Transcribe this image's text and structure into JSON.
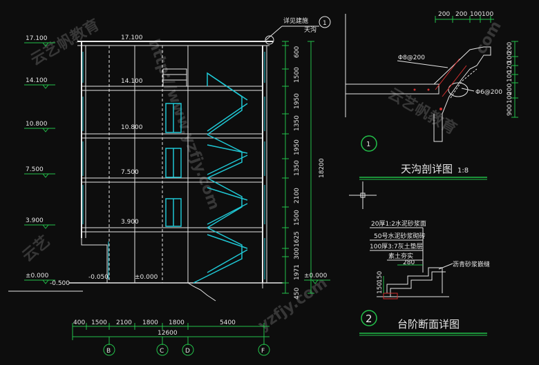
{
  "levels": [
    "17.100",
    "14.100",
    "10.800",
    "7.500",
    "3.900",
    "±0.000",
    "-0.500"
  ],
  "inner_levels": [
    "17.100",
    "14.100",
    "10.800",
    "7.500",
    "3.900",
    "±0.000",
    "-0.050"
  ],
  "gutter_note": "详见建施",
  "gutter_label": "天沟",
  "callout_1": "1",
  "callout_2": "2",
  "vertical_dims": [
    "600",
    "1500",
    "1950",
    "1350",
    "1950",
    "1350",
    "2100",
    "1500",
    "1625",
    "300",
    "1971",
    "450"
  ],
  "total_height": "18200",
  "right_level": "±0.000",
  "horizontal_dims": [
    "400",
    "1500",
    "2100",
    "1800",
    "1800",
    "5400"
  ],
  "total_width": "12600",
  "axes": [
    "B",
    "C",
    "D",
    "F"
  ],
  "gutter_dims_top": [
    "200",
    "200",
    "100",
    "100"
  ],
  "gutter_dims_right": [
    "200",
    "100",
    "120",
    "100",
    "200",
    "100",
    "900"
  ],
  "rebar_1": "Φ8@200",
  "rebar_2": "Φ6@200",
  "gutter_title": "天沟剖详图",
  "gutter_scale": "1:8",
  "step_layers": [
    "20厚1:2水泥砂浆面",
    "50号水泥砂浆砌砖",
    "100厚3:7灰土垫层",
    "素土夯实"
  ],
  "step_note": "沥青砂浆嵌缝",
  "step_dims": [
    "280",
    "150",
    "150"
  ],
  "step_title": "台阶断面详图",
  "watermarks": [
    "云艺帆教育",
    "http://www.yzfjy.com",
    "云艺帆教育",
    "yzfjy.com",
    "云艺",
    "com"
  ],
  "colors": {
    "line": "#e8e8e8",
    "accent": "#1fc7d4",
    "green": "#22c14a",
    "bg": "#0d0d0d"
  }
}
